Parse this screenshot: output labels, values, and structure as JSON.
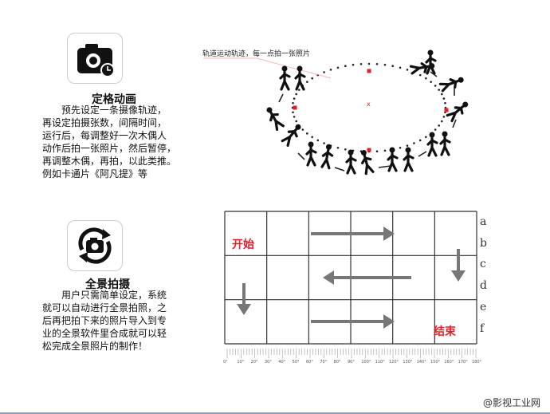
{
  "section1": {
    "icon": "camera-clock-icon",
    "title": "定格动画",
    "description": [
      "　　预先设定一条摄像轨迹，",
      "再设定拍摄张数，间隔时间，",
      "运行后，每调整好一次木偶人",
      "动作后拍一张照片，然后暂停，",
      "再调整木偶，再拍，以此类推。",
      "例如卡通片《阿凡提》等"
    ]
  },
  "section2": {
    "icon": "camera-rotate-icon",
    "title": "全景拍摄",
    "description": [
      "　　用户只需简单设定，系统",
      "就可以自动进行全景拍照，之",
      "后再把拍下来的照片导入到专",
      "业的全景软件里合成就可以轻",
      "松完成全景照片的制作！"
    ]
  },
  "orbit_diagram": {
    "annotation": "轨道运动轨迹，每一点拍一张照片",
    "center_mark": "x",
    "accent_color": "#e0202a"
  },
  "panorama_grid": {
    "start_label": "开始",
    "end_label": "结束",
    "row_labels": [
      "a",
      "b",
      "c",
      "d",
      "e",
      "f"
    ],
    "ruler_labels": [
      "0°",
      "10°",
      "20°",
      "30°",
      "40°",
      "50°",
      "60°",
      "70°",
      "80°",
      "90°",
      "100°",
      "110°",
      "120°",
      "130°",
      "140°",
      "150°",
      "160°",
      "170°",
      "180°"
    ],
    "arrow_color": "#777777"
  },
  "watermark": "@影视工业网"
}
